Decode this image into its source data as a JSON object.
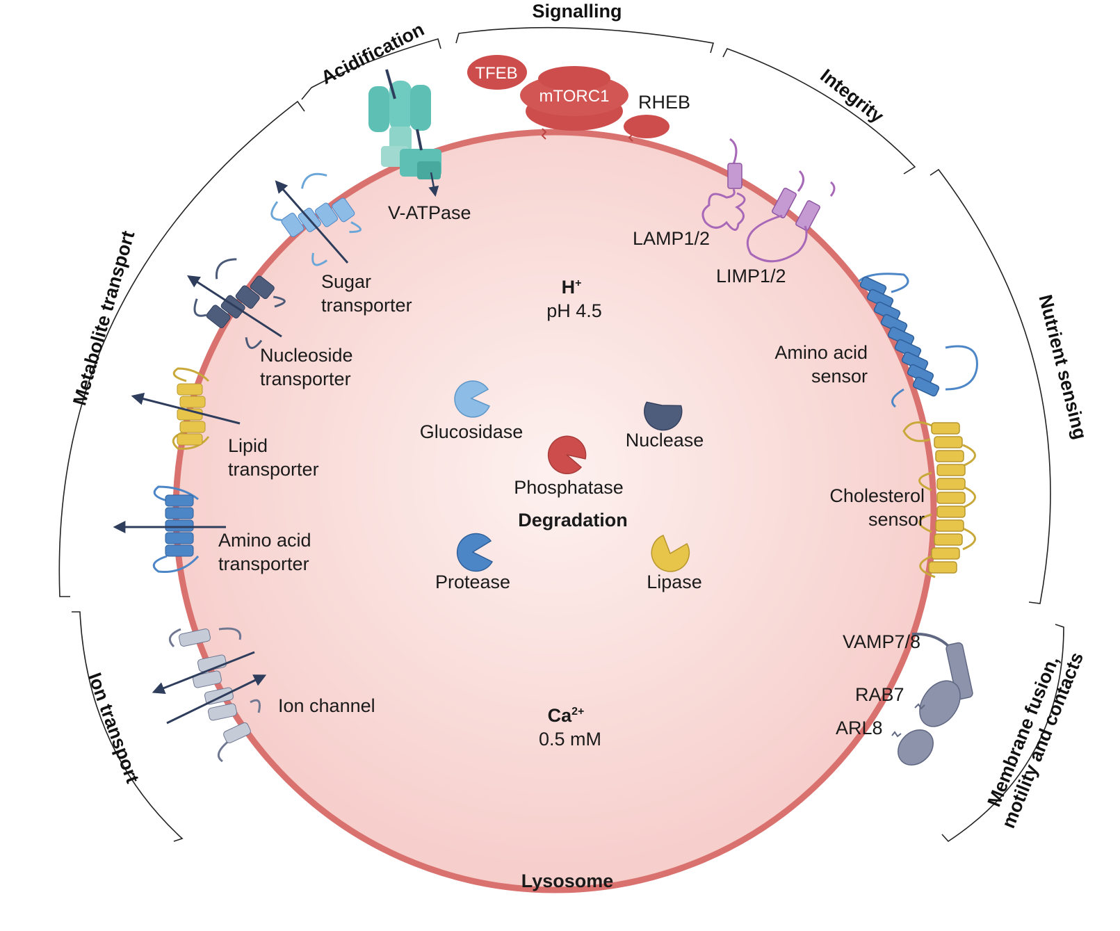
{
  "categories": {
    "signalling": "Signalling",
    "acidification": "Acidification",
    "integrity": "Integrity",
    "metabolite_transport": "Metabolite transport",
    "nutrient_sensing": "Nutrient sensing",
    "ion_transport": "Ion transport",
    "membrane_line1": "Membrane fusion,",
    "membrane_line2": "motility and contacts"
  },
  "signalling": {
    "tfeb": "TFEB",
    "mtorc1": "mTORC1",
    "rheb": "RHEB"
  },
  "acidification": {
    "vatpase": "V-ATPase"
  },
  "integrity": {
    "lamp": "LAMP1/2",
    "limp": "LIMP1/2"
  },
  "transporters": {
    "sugar_1": "Sugar",
    "sugar_2": "transporter",
    "nucleoside_1": "Nucleoside",
    "nucleoside_2": "transporter",
    "lipid_1": "Lipid",
    "lipid_2": "transporter",
    "amino_1": "Amino acid",
    "amino_2": "transporter"
  },
  "ion": {
    "channel": "Ion channel"
  },
  "sensing": {
    "amino_1": "Amino acid",
    "amino_2": "sensor",
    "cholesterol_1": "Cholesterol",
    "cholesterol_2": "sensor"
  },
  "membrane": {
    "vamp": "VAMP7/8",
    "rab7": "RAB7",
    "arl8": "ARL8"
  },
  "lumen": {
    "h_ion": "H",
    "h_sup": "+",
    "ph": "pH 4.5",
    "ca_ion": "Ca",
    "ca_sup": "2+",
    "ca_conc": "0.5 mM",
    "degradation": "Degradation"
  },
  "enzymes": {
    "glucosidase": "Glucosidase",
    "nuclease": "Nuclease",
    "phosphatase": "Phosphatase",
    "protease": "Protease",
    "lipase": "Lipase"
  },
  "title": "Lysosome",
  "colors": {
    "membrane": "#d9716f",
    "lumen": "#f8d5d2",
    "red_protein": "#cc4d4b",
    "teal": "#5ec0b5",
    "purple": "#b07ec0",
    "blue": "#4d86c6",
    "light_blue": "#8dbde6",
    "navy": "#4b5a78",
    "yellow": "#e6c54a",
    "grey": "#8c93ab"
  }
}
